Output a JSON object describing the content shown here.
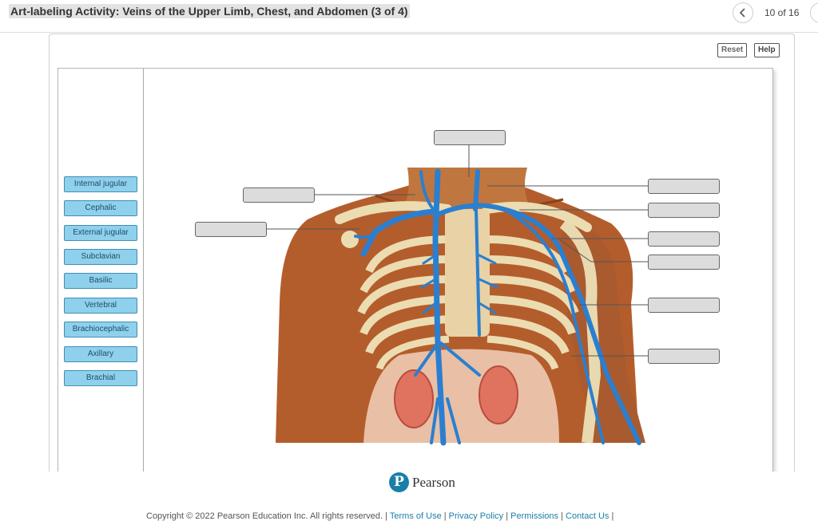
{
  "header": {
    "title": "Art-labeling Activity: Veins of the Upper Limb, Chest, and Abdomen (3 of 4)",
    "counter": "10 of 16",
    "prev_icon": "chevron-left-icon",
    "next_icon": "chevron-right-icon"
  },
  "toolbar": {
    "reset_label": "Reset",
    "help_label": "Help"
  },
  "label_bank": [
    "Internal jugular",
    "Cephalic",
    "External jugular",
    "Subclavian",
    "Basilic",
    "Vertebral",
    "Brachiocephalic",
    "Axillary",
    "Brachial"
  ],
  "drop_targets_count": 9,
  "footer": {
    "brand": "Pearson",
    "copyright": "Copyright © 2022 Pearson Education Inc. All rights reserved.",
    "links": [
      "Terms of Use",
      "Privacy Policy",
      "Permissions",
      "Contact Us"
    ]
  },
  "colors": {
    "chip_fill": "#8fd0ec",
    "chip_border": "#3f8fb3",
    "vein_blue": "#2a7fd0",
    "skin": "#b45d2c",
    "brand": "#1a7fa8"
  }
}
